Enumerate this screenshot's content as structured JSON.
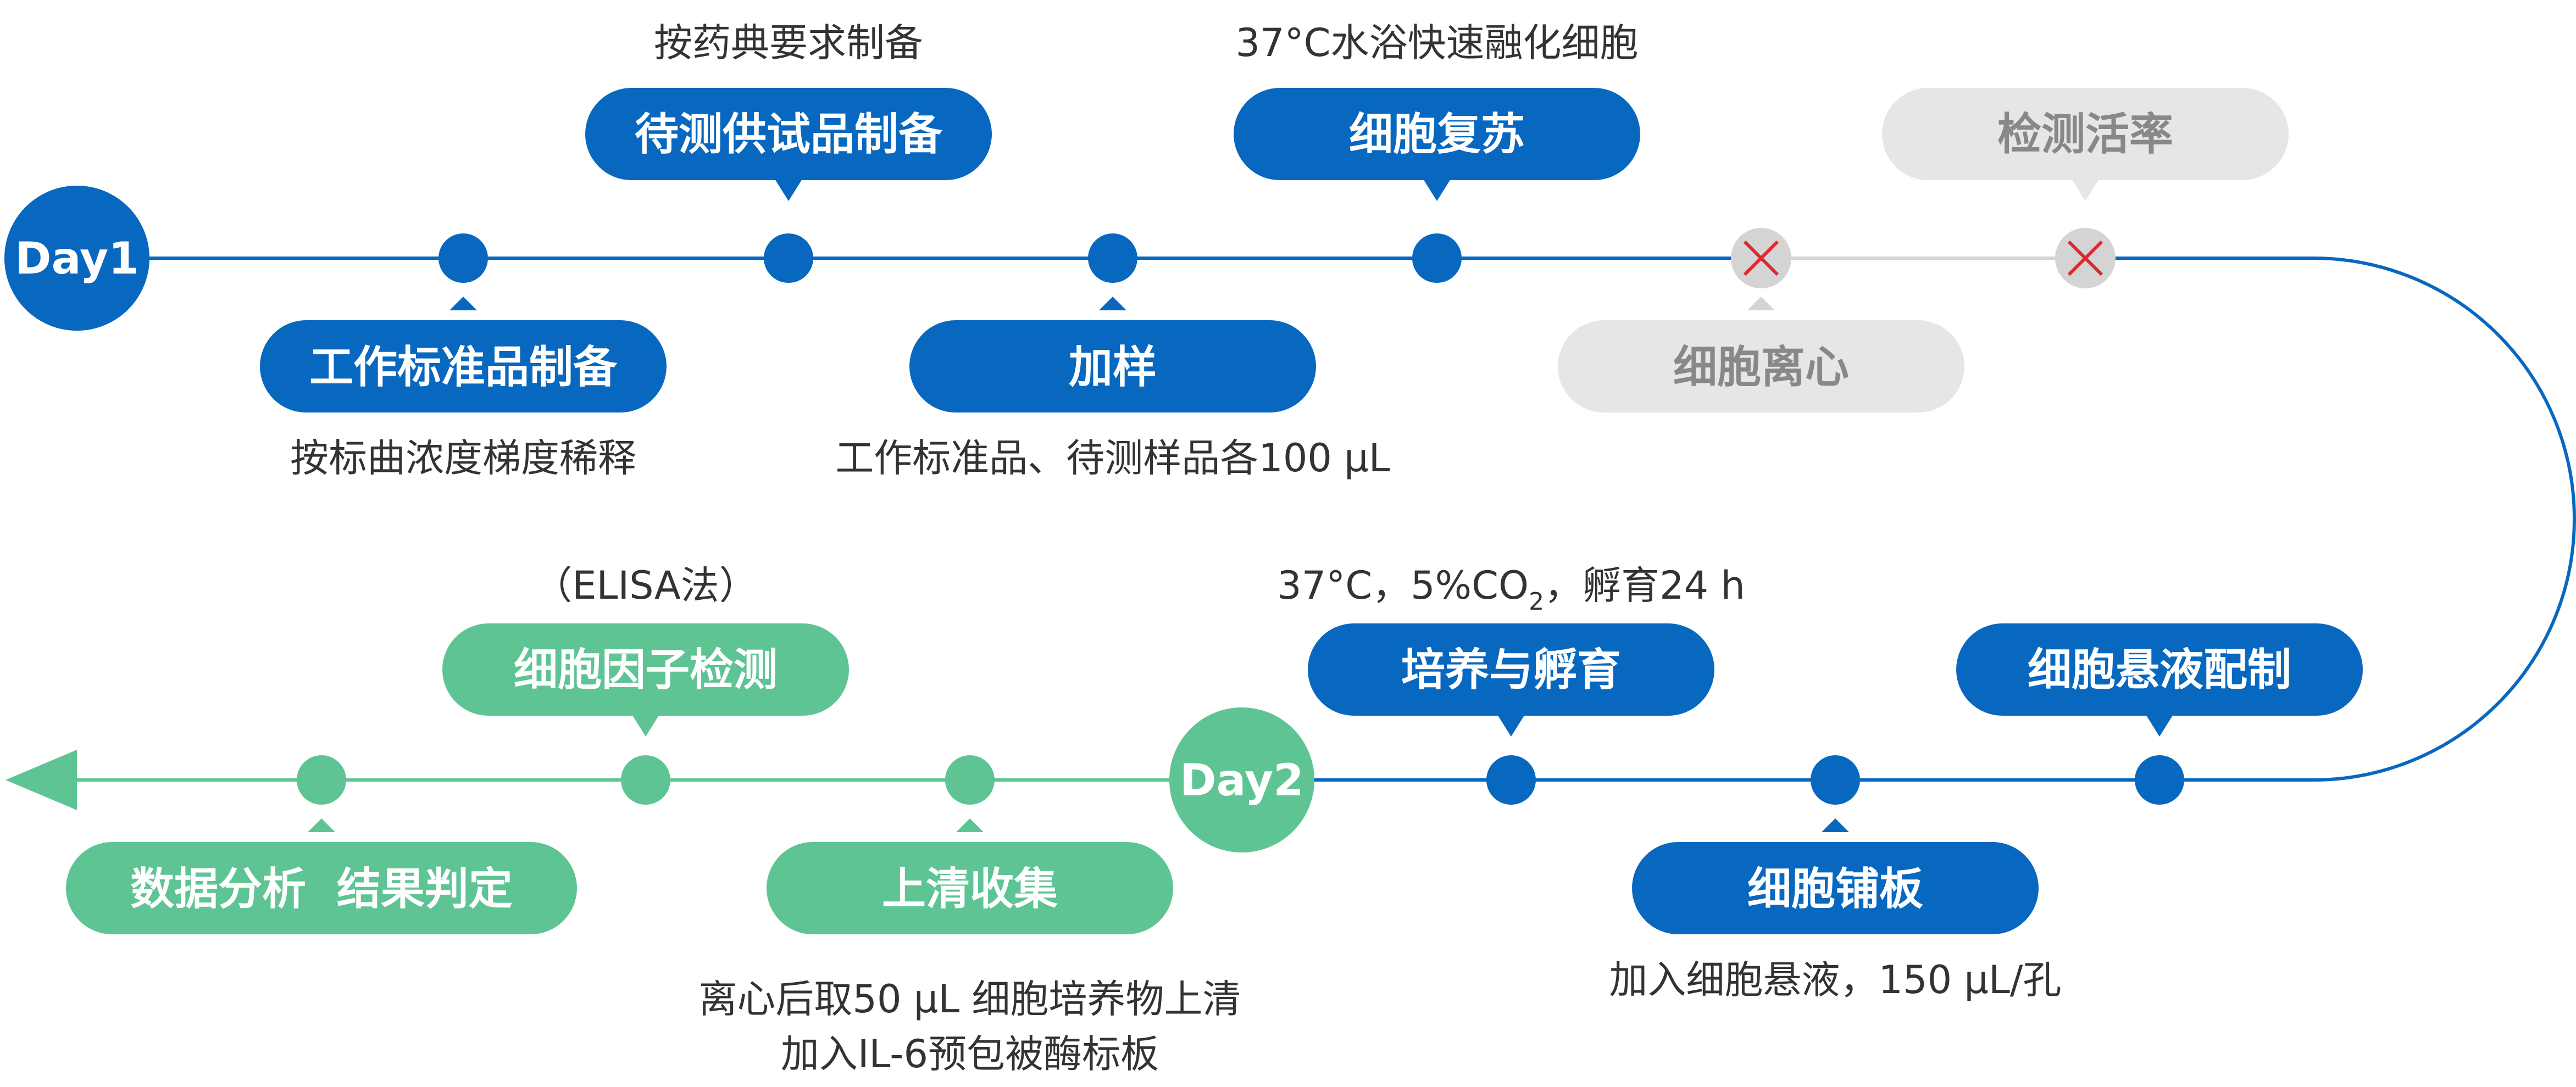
{
  "colors": {
    "blue": "#0868c0",
    "green": "#5ec494",
    "grey": "#d4d4d4",
    "grey_text": "#888888",
    "cross": "#e0282e",
    "note_text": "#333333"
  },
  "days": {
    "day1": "Day1",
    "day2": "Day2"
  },
  "steps": {
    "work_standard": {
      "label": "工作标准品制备",
      "note": "按标曲浓度梯度稀释"
    },
    "test_sample": {
      "label": "待测供试品制备",
      "note": "按药典要求制备"
    },
    "add_sample": {
      "label": "加样",
      "note": "工作标准品、待测样品各100 μL"
    },
    "cell_revive": {
      "label": "细胞复苏",
      "note": "37°C水浴快速融化细胞"
    },
    "cell_centrifuge": {
      "label": "细胞离心"
    },
    "viability": {
      "label": "检测活率"
    },
    "cell_suspension": {
      "label": "细胞悬液配制"
    },
    "cell_plating": {
      "label": "细胞铺板",
      "note": "加入细胞悬液，150 μL/孔"
    },
    "culture": {
      "label": "培养与孵育",
      "note_main": "37°C，5%CO",
      "note_sub": "2",
      "note_tail": "，孵育24 h"
    },
    "supernatant": {
      "label": "上清收集",
      "note_line1": "离心后取50 μL 细胞培养物上清",
      "note_line2": "加入IL-6预包被酶标板"
    },
    "cytokine": {
      "label": "细胞因子检测",
      "note": "（ELISA法）"
    },
    "analysis": {
      "label": "数据分析  结果判定"
    }
  }
}
